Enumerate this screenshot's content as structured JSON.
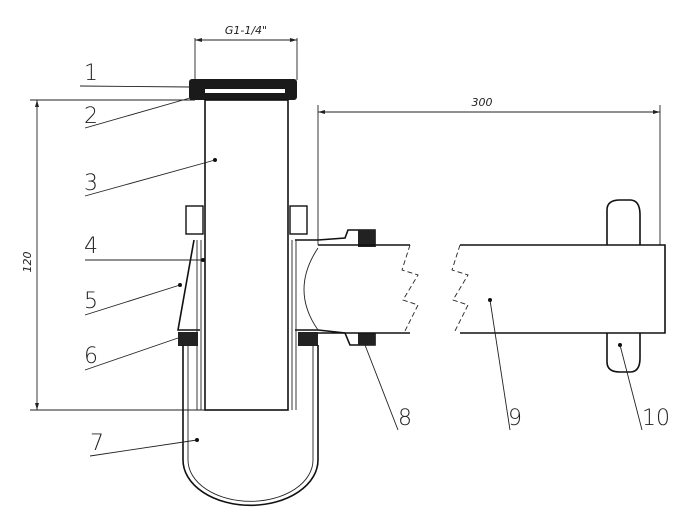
{
  "dimensions": {
    "thread": "G1-1/4\"",
    "height": "120",
    "length": "300"
  },
  "part_labels": [
    "1",
    "2",
    "3",
    "4",
    "5",
    "6",
    "7",
    "8",
    "9",
    "10"
  ],
  "colors": {
    "line": "#111111",
    "background": "#ffffff"
  }
}
